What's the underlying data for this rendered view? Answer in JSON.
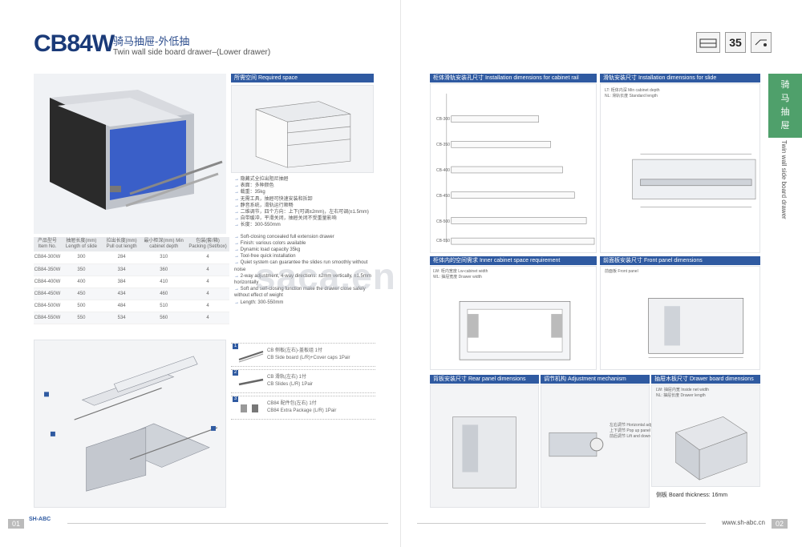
{
  "product": {
    "code": "CB84W",
    "title_cn": "骑马抽屉-外低抽",
    "title_en": "Twin wall side board drawer–(Lower drawer)"
  },
  "header_icons": [
    {
      "label": "",
      "name": "drawer-icon"
    },
    {
      "label": "35",
      "name": "load-35kg-icon"
    },
    {
      "label": "",
      "name": "soft-close-icon"
    }
  ],
  "spec_table": {
    "headers": [
      "产品型号\nItem No.",
      "抽屉长度(mm)\nLength of slide",
      "拉出长度(mm)\nPull out length",
      "最小柜深(mm)\nMin cabinet depth",
      "包装(套/箱)\nPacking (Set/box)"
    ],
    "rows": [
      [
        "CB84-300W",
        "300",
        "284",
        "310",
        "4"
      ],
      [
        "CB84-350W",
        "350",
        "334",
        "360",
        "4"
      ],
      [
        "CB84-400W",
        "400",
        "384",
        "410",
        "4"
      ],
      [
        "CB84-450W",
        "450",
        "434",
        "460",
        "4"
      ],
      [
        "CB84-500W",
        "500",
        "484",
        "510",
        "4"
      ],
      [
        "CB84-550W",
        "550",
        "534",
        "560",
        "4"
      ]
    ]
  },
  "sections": {
    "required_space": "所需空间  Required space",
    "install_cabinet": "柜体滑轨安装孔尺寸  Installation dimensions for cabinet rail",
    "install_slide": "滑轨安装尺寸  Installation dimensions for slide",
    "inner_space": "柜体内的空间需求  Inner cabinet space requirement",
    "front_panel": "前面板安装尺寸  Front panel dimensions",
    "rear_panel": "背板安装尺寸  Rear panel dimensions",
    "adjustment": "调节机构  Adjustment mechanism",
    "drawer_board": "抽屉木板尺寸  Drawer board dimensions"
  },
  "features_cn": [
    "隐藏式全拉出阻尼抽屉",
    "表面：多种颜色",
    "载重：35kg",
    "无需工具，抽屉可快速安装和拆卸",
    "静音系统，滑轨运行顺畅",
    "二维调节，四个方向：上下(可调±2mm)，左右可调(±1.5mm)",
    "自带缓冲，平滑关闭，抽屉关闭不受重量影响",
    "长度：300-550mm"
  ],
  "features_en": [
    "Soft-closing concealed full extension drawer",
    "Finish: various colors available",
    "Dynamic load capacity 35kg",
    "Tool-free quick installation",
    "Quiet system can guarantee the slides run smoothly without noise",
    "2-way adjustment, 4-way directions: ±2mm vertically, ±1.5mm horizontally",
    "Soft and self-closing function make the drawer close safely without effect of weight",
    "Length: 300-550mm"
  ],
  "accessories": [
    {
      "num": "1",
      "cn": "CB 侧板(左右)-盖板组 1付",
      "en": "CB Side board (L/R)+Cover caps 1Pair"
    },
    {
      "num": "2",
      "cn": "CB 滑轨(左右) 1付",
      "en": "CB Slides (L/R) 1Pair"
    },
    {
      "num": "3",
      "cn": "CB84 配件包(左右) 1付",
      "en": "CB84 Extra Package (L/R) 1Pair"
    }
  ],
  "cabinet_rail_labels": [
    "CB-300",
    "CB-350",
    "CB-400",
    "CB-450",
    "CB-500",
    "CB-550"
  ],
  "slide_notes": [
    "LT: 柜体内深  Min cabinet depth",
    "NL: 滑轨长度  Standard length"
  ],
  "inner_space_notes": [
    "LW: 柜内宽度  Lw-cabinet width",
    "WL: 抽屉宽度  Drawer width"
  ],
  "front_panel_note": "前面板  Front panel",
  "adjustment_notes": [
    "左右调节  Horizontal adjusting",
    "上下调节  Pop up panel",
    "前后调节  Lift and down"
  ],
  "board_notes": [
    "LW: 抽屉内宽  Inside net width",
    "NL: 抽屉长度  Drawer length"
  ],
  "board_thickness": "侧板 Board thickness: 16mm",
  "watermark": "saca.en",
  "side_tab_cn": [
    "骑",
    "马",
    "抽",
    "屉"
  ],
  "side_tab_en": "Twin wall side board drawer",
  "footer": {
    "left_page": "01",
    "right_page": "02",
    "logo": "SH-ABC",
    "url": "www.sh-abc.cn"
  }
}
